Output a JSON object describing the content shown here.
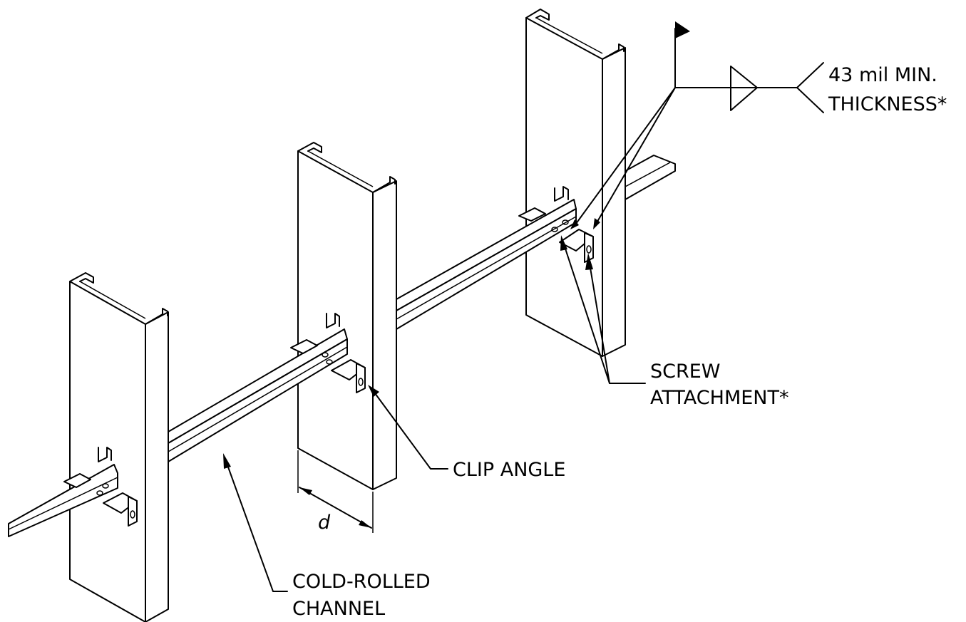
{
  "labels": {
    "weld_line1": "43 mil MIN.",
    "weld_line2": "THICKNESS*",
    "screw_line1": "SCREW",
    "screw_line2": "ATTACHMENT*",
    "clip_angle": "CLIP ANGLE",
    "channel_line1": "COLD-ROLLED",
    "channel_line2": "CHANNEL",
    "dimension": "d"
  }
}
